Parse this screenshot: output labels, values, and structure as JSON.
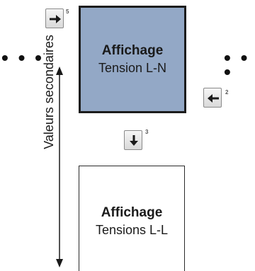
{
  "main_node": {
    "title": "Affichage",
    "subtitle": "Tension L-N"
  },
  "secondary_node": {
    "title": "Affichage",
    "subtitle": "Tensions L-L"
  },
  "side_label": "Valeurs secondaires",
  "ellipsis": "• • •",
  "keys": {
    "right": {
      "icon": "arrow-right-icon",
      "number": "5"
    },
    "left": {
      "icon": "arrow-left-icon",
      "number": "2"
    },
    "down": {
      "icon": "arrow-down-icon",
      "number": "3"
    }
  },
  "colors": {
    "main_fill": "#93a8c6",
    "border": "#1c1c1c",
    "secondary_fill": "#ffffff"
  }
}
